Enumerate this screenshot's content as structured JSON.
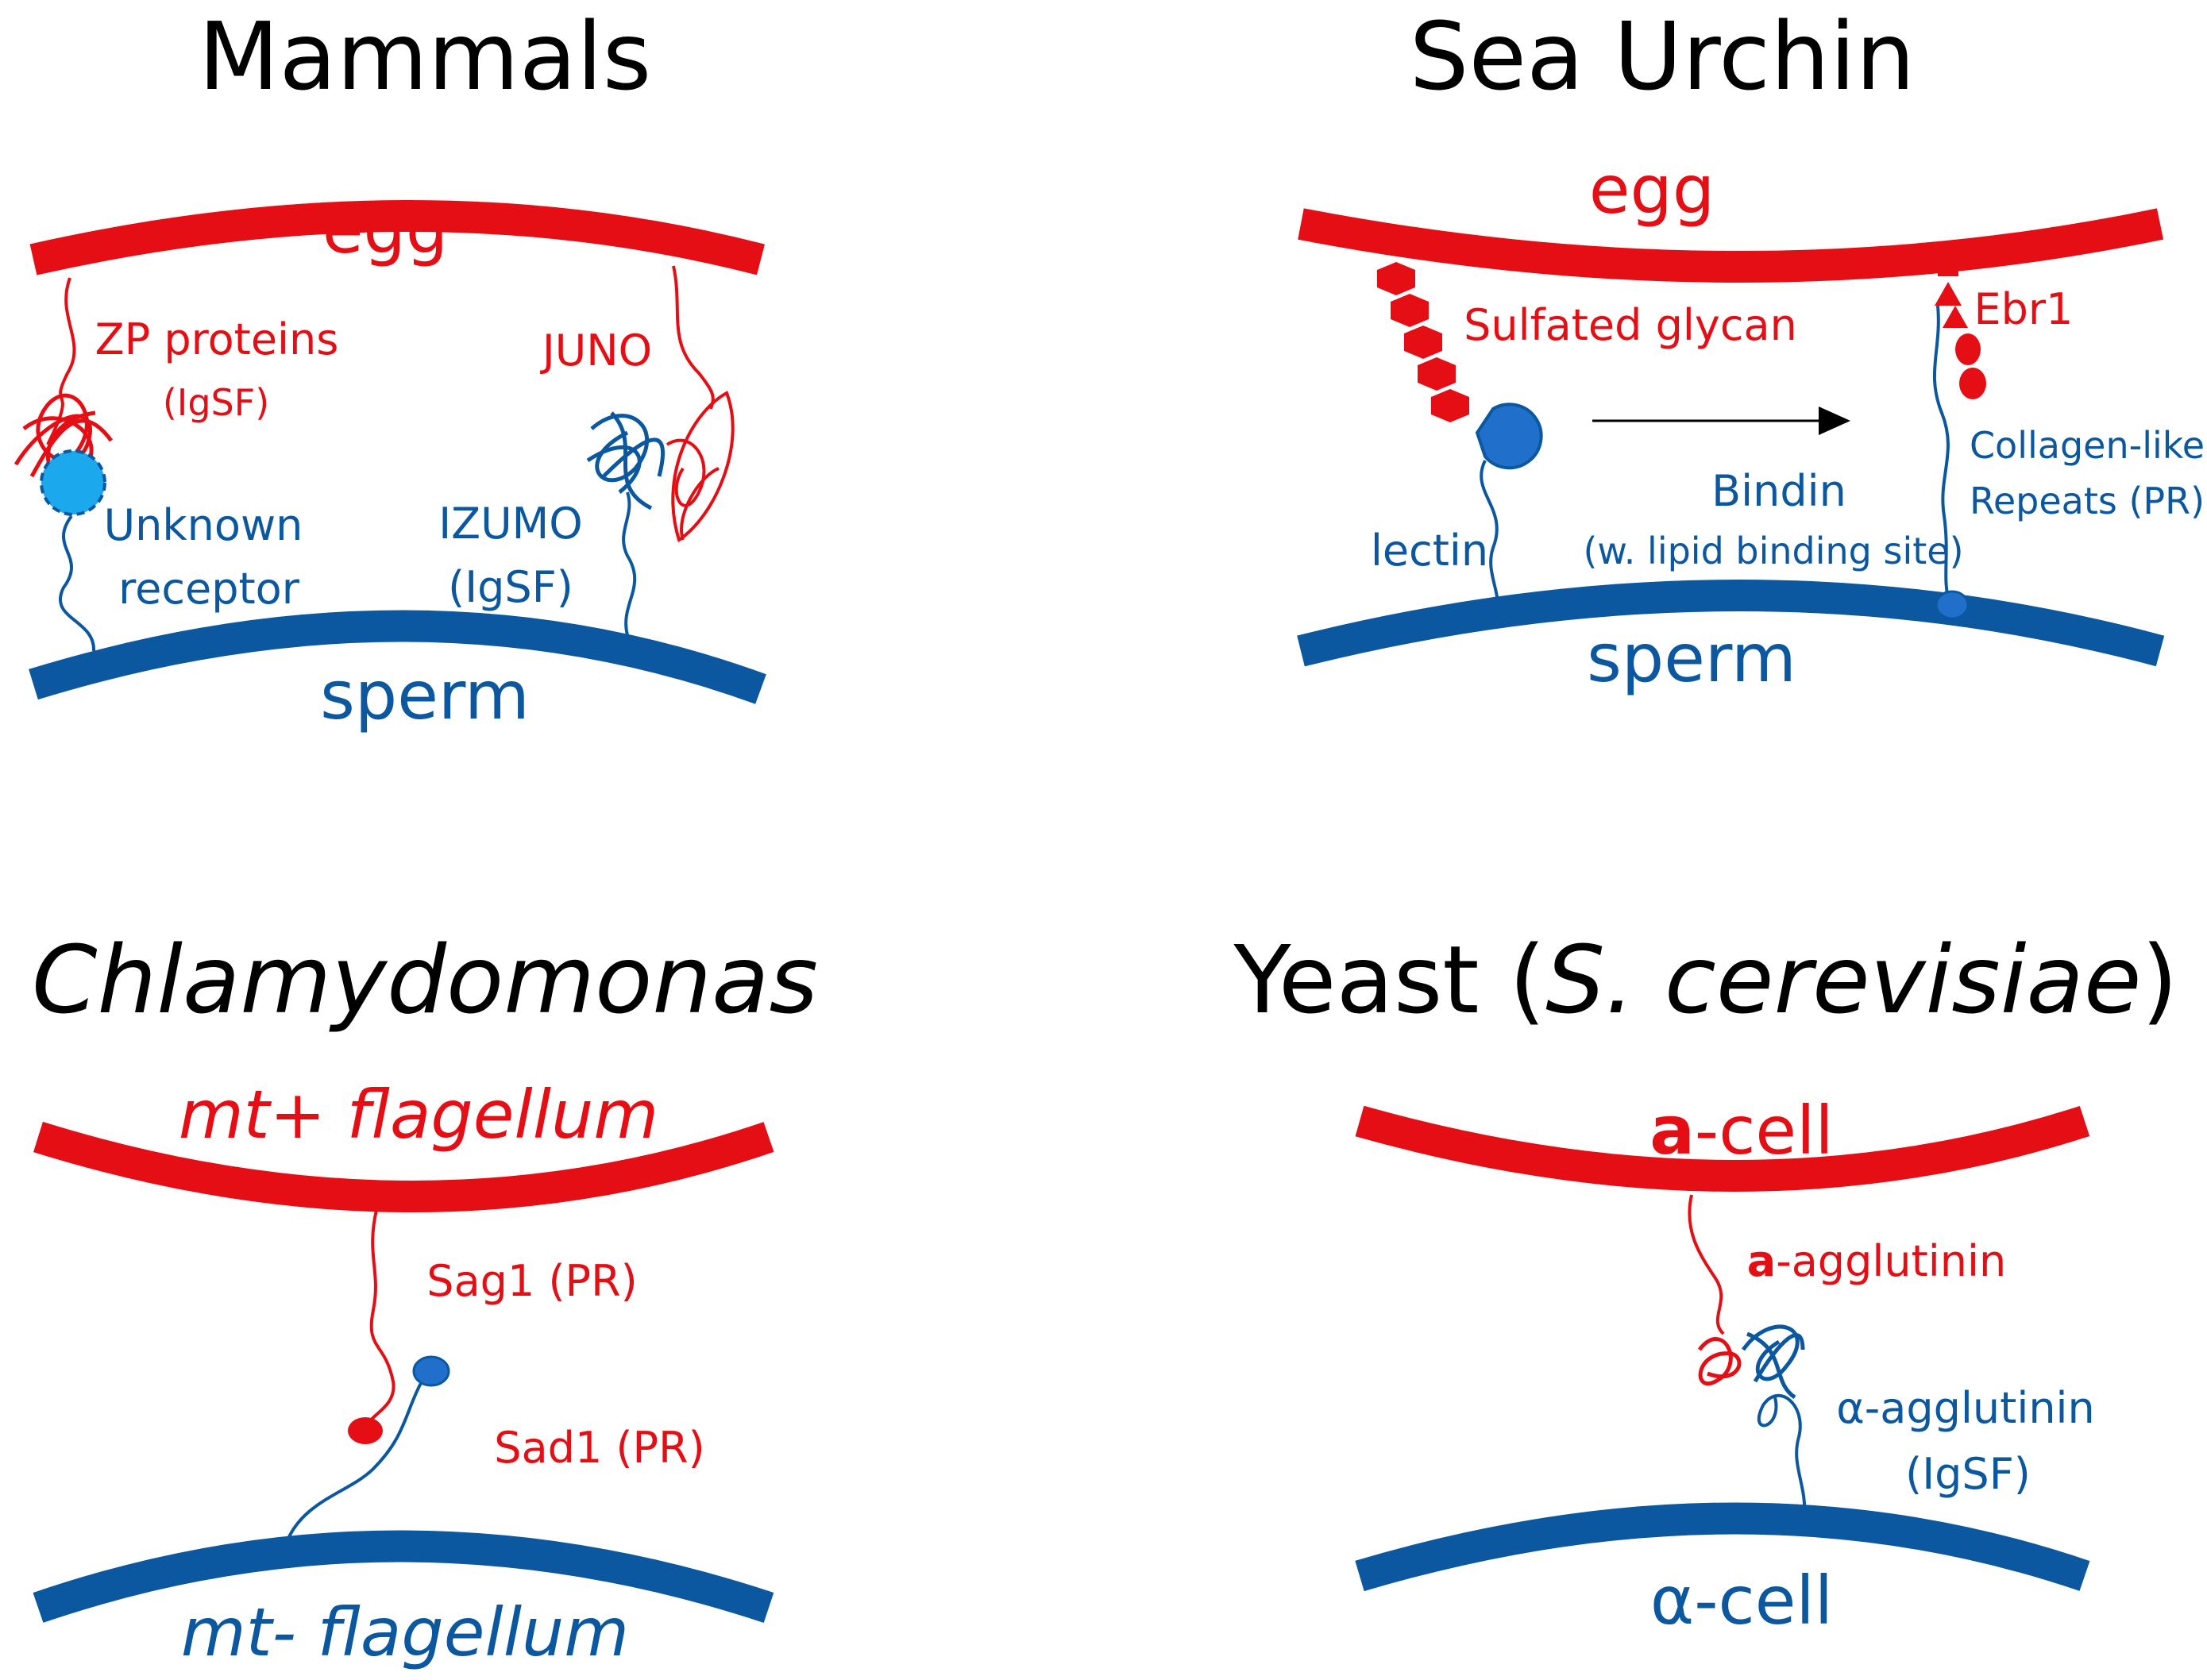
{
  "colors": {
    "red": "#e50e14",
    "blue": "#0b58a0",
    "light_blue": "#1ca8ec",
    "mid_blue": "#1f6fcb",
    "black": "#000000"
  },
  "panels": {
    "mammals": {
      "title": "Mammals",
      "egg": "egg",
      "sperm": "sperm",
      "zp_proteins": "ZP proteins",
      "zp_igsf": "(IgSF)",
      "juno": "JUNO",
      "unknown": "Unknown",
      "receptor": "receptor",
      "izumo": "IZUMO",
      "izumo_igsf": "(IgSF)"
    },
    "sea_urchin": {
      "title": "Sea Urchin",
      "egg": "egg",
      "sperm": "sperm",
      "sulfated_glycan": "Sulfated glycan",
      "ebr1": "Ebr1",
      "lectin": "lectin",
      "bindin": "Bindin",
      "bindin_note": "(w. lipid binding site)",
      "collagen": "Collagen-like",
      "repeats": "Repeats (PR)"
    },
    "chlamydomonas": {
      "title": "Chlamydomonas",
      "top": "mt+ flagellum",
      "bottom": "mt- flagellum",
      "sag1": "Sag1 (PR)",
      "sad1": "Sad1 (PR)"
    },
    "yeast": {
      "title_prefix": "Yeast (",
      "title_species": "S. cerevisiae",
      "title_suffix": ")",
      "top_bold": "a",
      "top_rest": "-cell",
      "bottom": "α-cell",
      "a_aggl_bold": "a",
      "a_aggl_rest": "-agglutinin",
      "alpha_aggl": "α-agglutinin",
      "alpha_igsf": "(IgSF)"
    }
  }
}
